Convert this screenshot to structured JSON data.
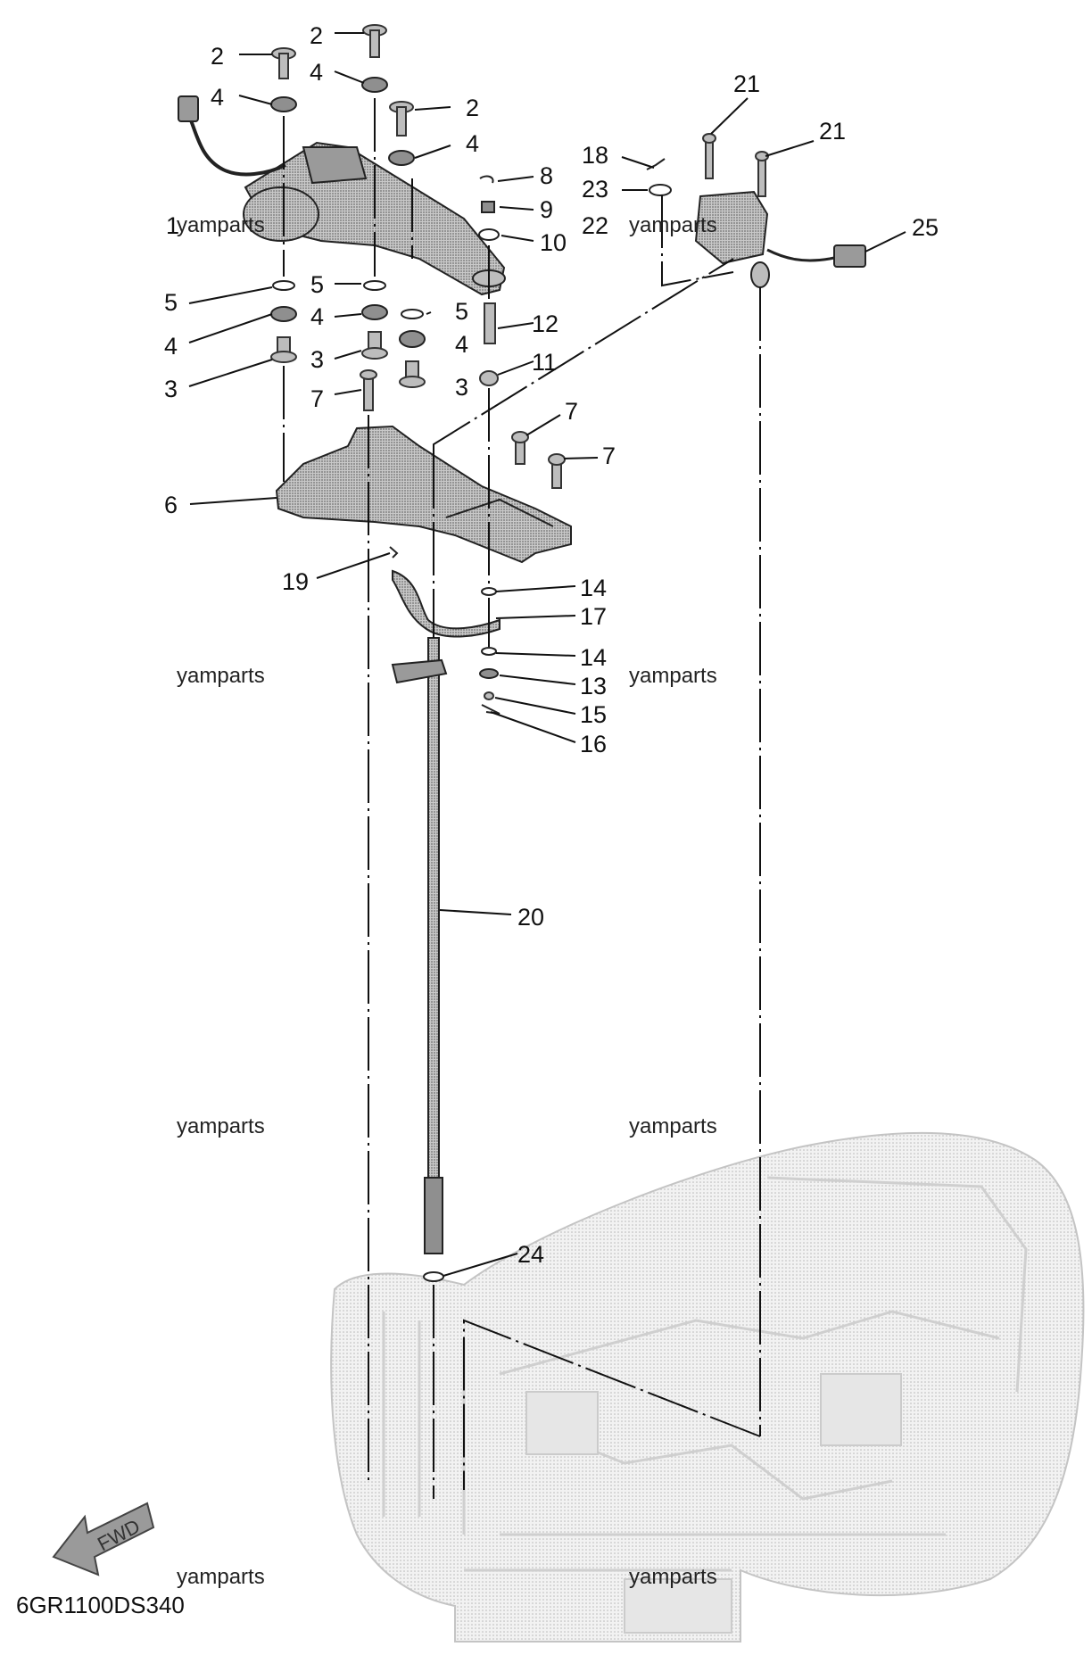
{
  "diagram": {
    "code": "6GR1100DS340",
    "watermark": "yamparts",
    "fwd_label": "FWD",
    "callouts": [
      {
        "id": "c1",
        "text": "1"
      },
      {
        "id": "c2a",
        "text": "2"
      },
      {
        "id": "c2b",
        "text": "2"
      },
      {
        "id": "c2c",
        "text": "2"
      },
      {
        "id": "c3a",
        "text": "3"
      },
      {
        "id": "c3b",
        "text": "3"
      },
      {
        "id": "c3c",
        "text": "3"
      },
      {
        "id": "c4a",
        "text": "4"
      },
      {
        "id": "c4b",
        "text": "4"
      },
      {
        "id": "c4c",
        "text": "4"
      },
      {
        "id": "c4d",
        "text": "4"
      },
      {
        "id": "c4e",
        "text": "4"
      },
      {
        "id": "c4f",
        "text": "4"
      },
      {
        "id": "c5a",
        "text": "5"
      },
      {
        "id": "c5b",
        "text": "5"
      },
      {
        "id": "c5c",
        "text": "5"
      },
      {
        "id": "c6",
        "text": "6"
      },
      {
        "id": "c7a",
        "text": "7"
      },
      {
        "id": "c7b",
        "text": "7"
      },
      {
        "id": "c7c",
        "text": "7"
      },
      {
        "id": "c8",
        "text": "8"
      },
      {
        "id": "c9",
        "text": "9"
      },
      {
        "id": "c10",
        "text": "10"
      },
      {
        "id": "c11",
        "text": "11"
      },
      {
        "id": "c12",
        "text": "12"
      },
      {
        "id": "c13",
        "text": "13"
      },
      {
        "id": "c14a",
        "text": "14"
      },
      {
        "id": "c14b",
        "text": "14"
      },
      {
        "id": "c15",
        "text": "15"
      },
      {
        "id": "c16",
        "text": "16"
      },
      {
        "id": "c17",
        "text": "17"
      },
      {
        "id": "c18",
        "text": "18"
      },
      {
        "id": "c19",
        "text": "19"
      },
      {
        "id": "c20",
        "text": "20"
      },
      {
        "id": "c21a",
        "text": "21"
      },
      {
        "id": "c21b",
        "text": "21"
      },
      {
        "id": "c22",
        "text": "22"
      },
      {
        "id": "c23",
        "text": "23"
      },
      {
        "id": "c24",
        "text": "24"
      },
      {
        "id": "c25",
        "text": "25"
      }
    ]
  }
}
